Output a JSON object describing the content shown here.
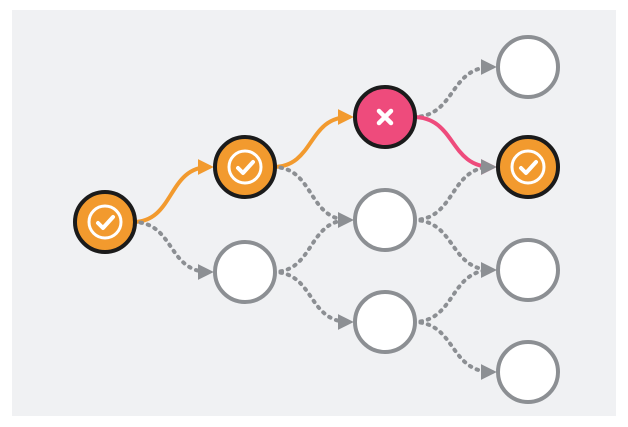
{
  "diagram": {
    "colors": {
      "panel": "#f0f1f3",
      "success_fill": "#f29a2e",
      "failure_fill": "#ee4b7c",
      "pending_fill": "#ffffff",
      "pending_stroke": "#8c8f93",
      "node_stroke_active": "#1b1b1b",
      "path_success": "#f29a2e",
      "path_failure": "#ee4b7c",
      "path_untaken": "#8c8f93"
    },
    "nodes": [
      {
        "id": "root",
        "state": "success",
        "icon": "check-icon"
      },
      {
        "id": "l1-top",
        "state": "success",
        "icon": "check-icon"
      },
      {
        "id": "l1-bottom",
        "state": "pending",
        "icon": null
      },
      {
        "id": "l2-top",
        "state": "failure",
        "icon": "x-icon"
      },
      {
        "id": "l2-mid",
        "state": "pending",
        "icon": null
      },
      {
        "id": "l2-bottom",
        "state": "pending",
        "icon": null
      },
      {
        "id": "l3-1",
        "state": "pending",
        "icon": null
      },
      {
        "id": "l3-2",
        "state": "success",
        "icon": "check-icon"
      },
      {
        "id": "l3-3",
        "state": "pending",
        "icon": null
      },
      {
        "id": "l3-4",
        "state": "pending",
        "icon": null
      }
    ],
    "edges": [
      {
        "from": "root",
        "to": "l1-top",
        "style": "success"
      },
      {
        "from": "root",
        "to": "l1-bottom",
        "style": "untaken"
      },
      {
        "from": "l1-top",
        "to": "l2-top",
        "style": "success"
      },
      {
        "from": "l1-top",
        "to": "l2-mid",
        "style": "untaken"
      },
      {
        "from": "l1-bottom",
        "to": "l2-mid",
        "style": "untaken"
      },
      {
        "from": "l1-bottom",
        "to": "l2-bottom",
        "style": "untaken"
      },
      {
        "from": "l2-top",
        "to": "l3-1",
        "style": "untaken"
      },
      {
        "from": "l2-top",
        "to": "l3-2",
        "style": "failure"
      },
      {
        "from": "l2-mid",
        "to": "l3-2",
        "style": "untaken"
      },
      {
        "from": "l2-mid",
        "to": "l3-3",
        "style": "untaken"
      },
      {
        "from": "l2-bottom",
        "to": "l3-3",
        "style": "untaken"
      },
      {
        "from": "l2-bottom",
        "to": "l3-4",
        "style": "untaken"
      }
    ]
  }
}
